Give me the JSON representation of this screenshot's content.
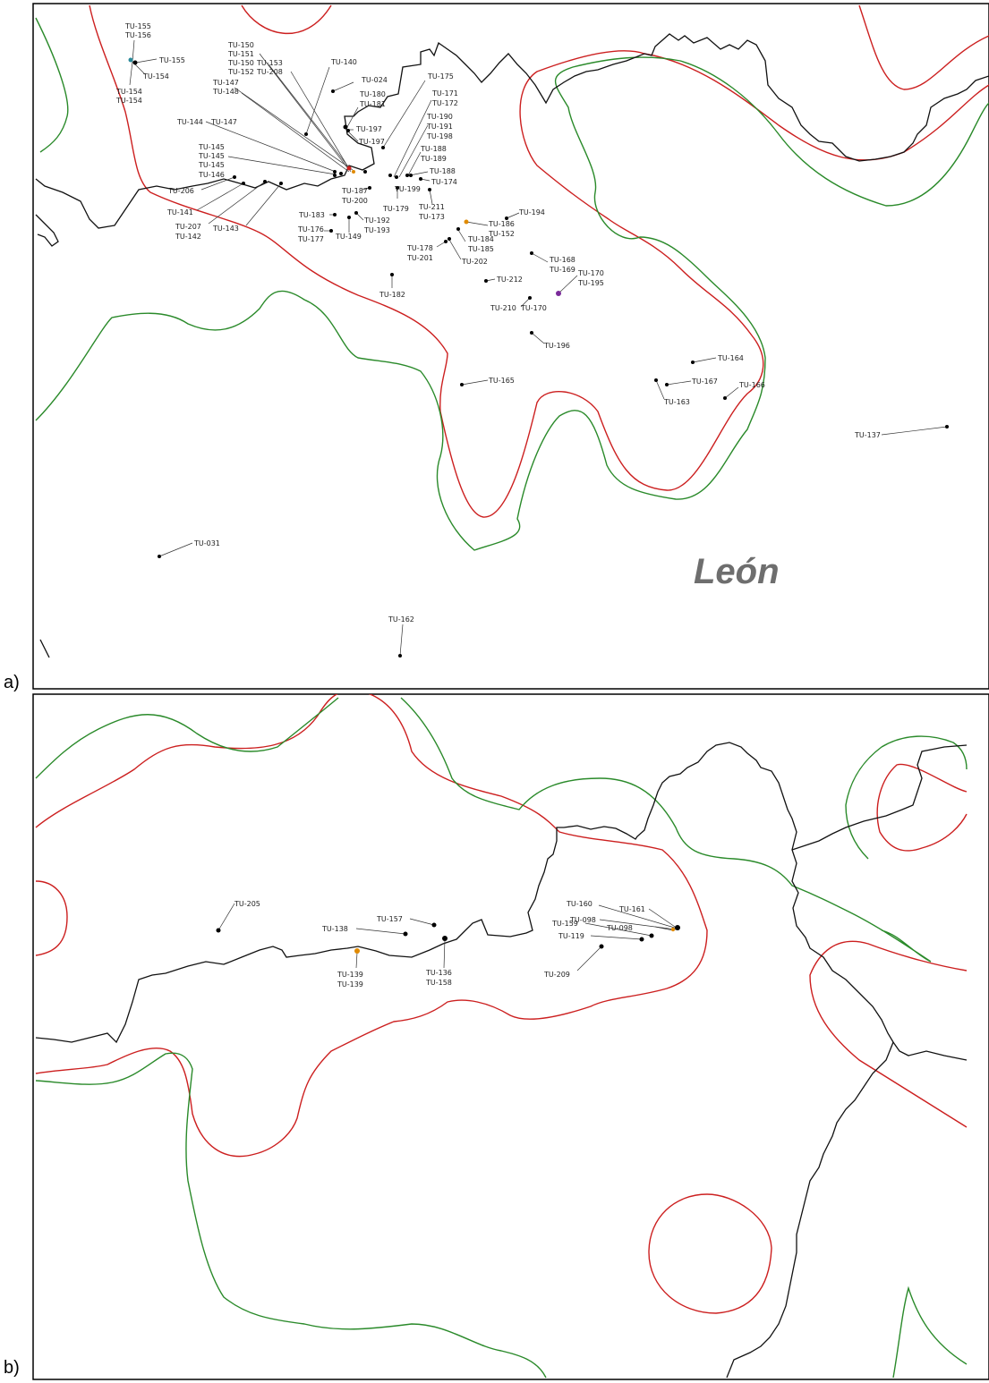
{
  "panels": [
    {
      "id": "a",
      "letter": "a)"
    },
    {
      "id": "b",
      "letter": "b)"
    }
  ],
  "colors": {
    "red_line": "#cc1f1f",
    "green_line": "#2a8a2a",
    "black_line": "#111111",
    "point": "#000000",
    "highlight_orange": "#e08a00",
    "highlight_teal": "#2a8a9a",
    "highlight_purple": "#7a2a9a",
    "place_name": "#6e6e6e"
  },
  "place_name": "León",
  "panel_a_labels": [
    "TU-155",
    "TU-156",
    "TU-155",
    "TU-154",
    "TU-154",
    "TU-154",
    "TU-150",
    "TU-151",
    "TU-150",
    "TU-153",
    "TU-152",
    "TU-208",
    "TU-147",
    "TU-148",
    "TU-140",
    "TU-024",
    "TU-180",
    "TU-181",
    "TU-197",
    "TU-197",
    "TU-175",
    "TU-171",
    "TU-172",
    "TU-190",
    "TU-191",
    "TU-198",
    "TU-188",
    "TU-189",
    "TU-188",
    "TU-174",
    "TU-144",
    "TU-147",
    "TU-145",
    "TU-145",
    "TU-145",
    "TU-146",
    "TU-206",
    "TU-141",
    "TU-207",
    "TU-142",
    "TU-143",
    "TU-187",
    "TU-200",
    "TU-199",
    "TU-179",
    "TU-211",
    "TU-173",
    "TU-183",
    "TU-192",
    "TU-193",
    "TU-176",
    "TU-177",
    "TU-149",
    "TU-194",
    "TU-186",
    "TU-152",
    "TU-184",
    "TU-185",
    "TU-178",
    "TU-201",
    "TU-202",
    "TU-168",
    "TU-169",
    "TU-170",
    "TU-195",
    "TU-212",
    "TU-210",
    "TU-170",
    "TU-182",
    "TU-196",
    "TU-164",
    "TU-167",
    "TU-166",
    "TU-163",
    "TU-165",
    "TU-137",
    "TU-031",
    "TU-162"
  ],
  "panel_b_labels": [
    "TU-205",
    "TU-157",
    "TU-138",
    "TU-139",
    "TU-139",
    "TU-136",
    "TU-158",
    "TU-160",
    "TU-161",
    "TU-098",
    "TU-159",
    "TU-098",
    "TU-119",
    "TU-209"
  ]
}
